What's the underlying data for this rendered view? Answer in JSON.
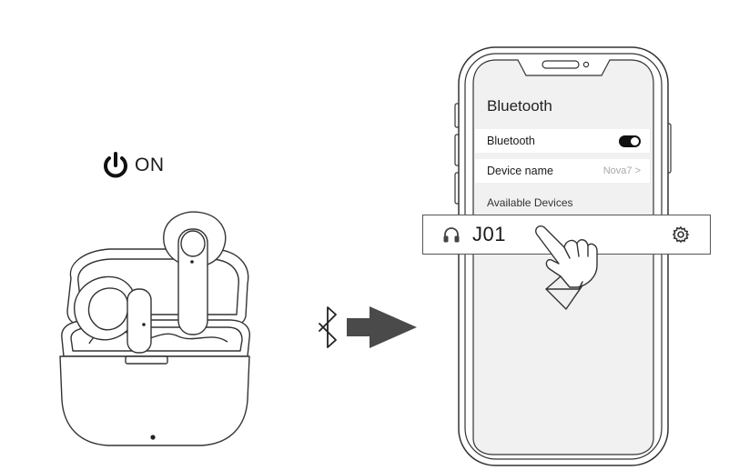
{
  "power": {
    "icon": "power-icon",
    "label": "ON"
  },
  "arrow": {
    "icon": "bluetooth-icon"
  },
  "phone": {
    "screen_title": "Bluetooth",
    "settings": [
      {
        "label": "Bluetooth",
        "control": "toggle",
        "state": "on"
      },
      {
        "label": "Device name",
        "value": "Nova7 >"
      }
    ],
    "section_label": "Available Devices",
    "device": {
      "icon": "headphones-icon",
      "name": "J01",
      "action_icon": "gear-icon"
    }
  },
  "colors": {
    "line": "#333333",
    "arrow": "#4a4a4a",
    "screen_bg": "#f1f1f1"
  }
}
